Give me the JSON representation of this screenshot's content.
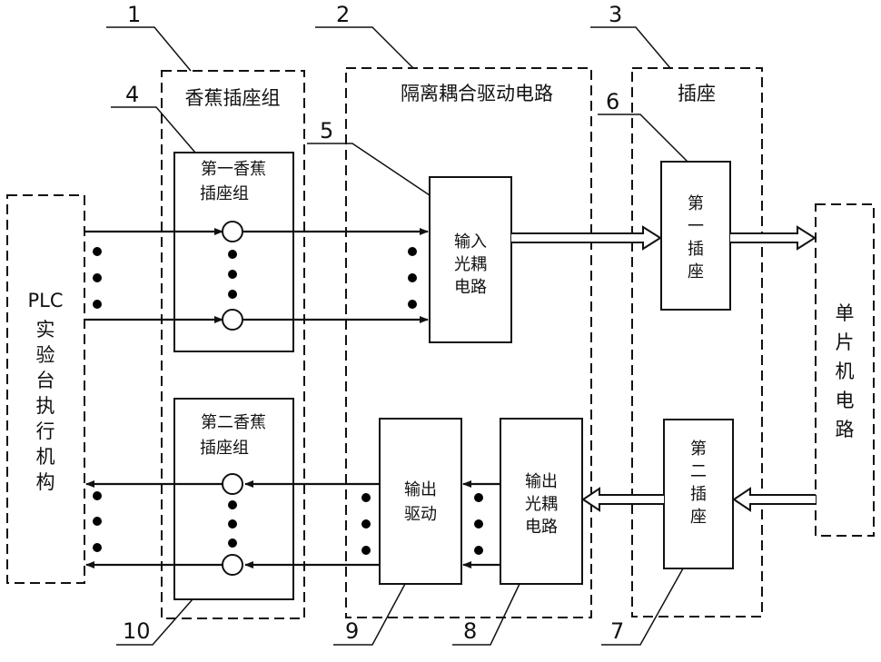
{
  "labels": {
    "n1": "1",
    "n2": "2",
    "n3": "3",
    "n4": "4",
    "n5": "5",
    "n6": "6",
    "n7": "7",
    "n8": "8",
    "n9": "9",
    "n10": "10"
  },
  "groups": {
    "banana_group": "香蕉插座组",
    "isolation": "隔离耦合驱动电路",
    "socket": "插座"
  },
  "plc": {
    "line1": "PLC",
    "chars": [
      "实",
      "验",
      "台",
      "执",
      "行",
      "机",
      "构"
    ]
  },
  "mcu": {
    "chars": [
      "单",
      "片",
      "机",
      "电",
      "路"
    ]
  },
  "first_banana": {
    "line1": "第一香蕉",
    "line2": "插座组"
  },
  "second_banana": {
    "line1": "第二香蕉",
    "line2": "插座组"
  },
  "input_opto": {
    "chars": [
      "输入",
      "光耦",
      "电路"
    ]
  },
  "output_opto": {
    "chars": [
      "输出",
      "光耦",
      "电路"
    ]
  },
  "output_drive": {
    "chars": [
      "输出",
      "驱动"
    ]
  },
  "first_socket": {
    "chars": [
      "第",
      "一",
      "插",
      "座"
    ]
  },
  "second_socket": {
    "chars": [
      "第",
      "二",
      "插",
      "座"
    ]
  }
}
